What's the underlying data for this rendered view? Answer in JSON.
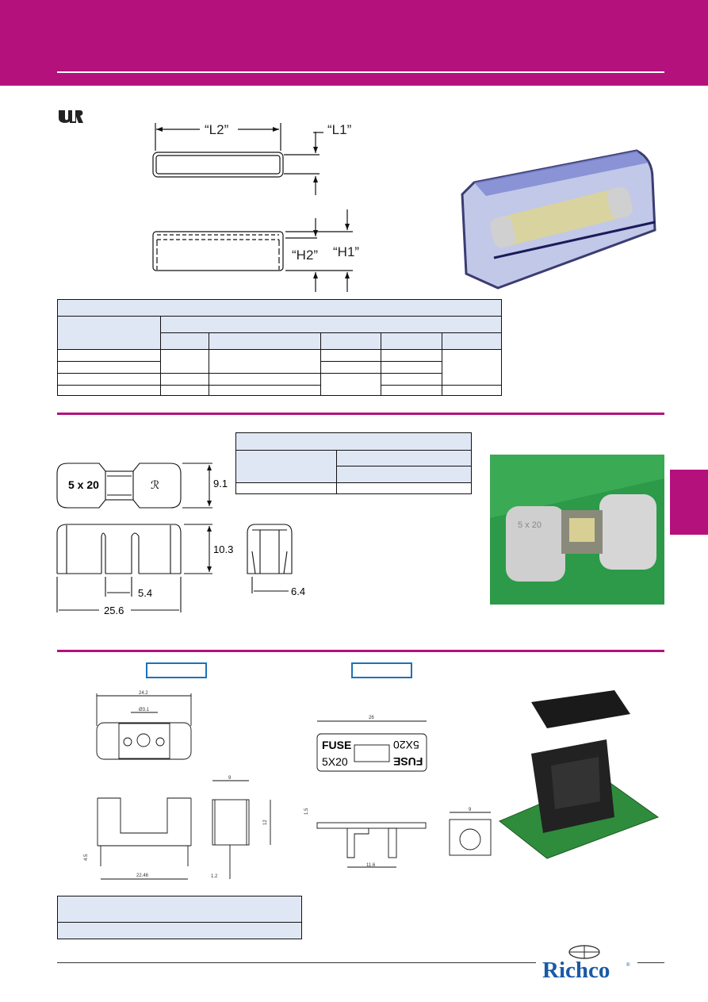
{
  "colors": {
    "brand": "#b5117d",
    "table_header": "#e0e7f4",
    "tag_border": "#1c72b8",
    "logo_blue": "#1a5aa6"
  },
  "section1": {
    "cert_icon": "ul-recognized-icon",
    "dim_labels": {
      "l2": "“L2”",
      "l1": "“L1”",
      "h2": "“H2”",
      "h1": "“H1”"
    }
  },
  "section2": {
    "dims": {
      "width": "9.1",
      "height": "10.3",
      "slot": "5.4",
      "length": "25.6",
      "depth": "6.4"
    },
    "marking": "5 x 20"
  },
  "section3": {
    "base_dims": {
      "length": "24.2",
      "hole": "Ø3.1",
      "width": "9",
      "height": "12",
      "pin_len": "4.5",
      "pin_pitch": "22.46",
      "pin_w": "1.2"
    },
    "cover_dims": {
      "length": "26",
      "thick": "1.5",
      "leg": "11.6",
      "width": "9"
    },
    "cover_text": {
      "fuse": "FUSE",
      "size": "5X20"
    }
  },
  "footer": {
    "logo": "Richco"
  }
}
